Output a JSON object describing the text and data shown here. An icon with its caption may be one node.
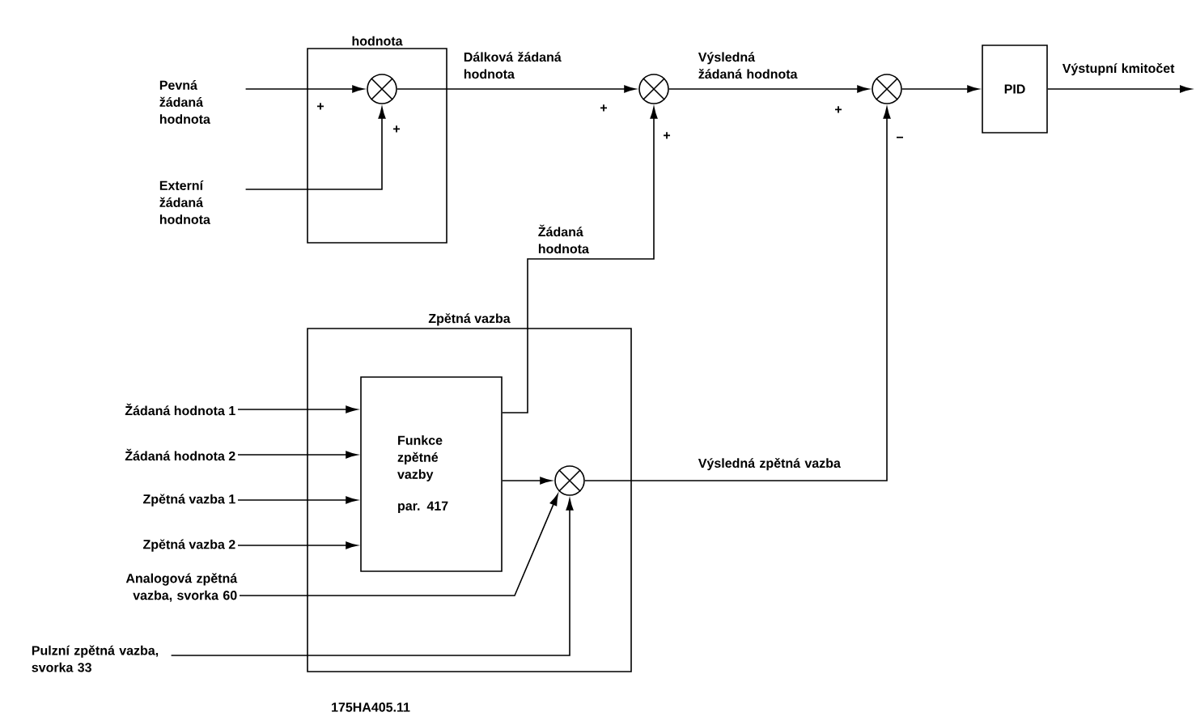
{
  "diagram": {
    "nodes": [
      {
        "text": [
          "hodnota"
        ]
      },
      {
        "text": [],
        "shape": "circle",
        "in": 0
      },
      {
        "text": [
          "Pevná žádaná hodnota"
        ]
      },
      {
        "text": [
          "Externí žádaná hodnota"
        ]
      },
      {
        "text": [],
        "shape": "circle"
      },
      {
        "text": [],
        "shape": "circle"
      },
      {
        "text": [
          "PID"
        ]
      },
      {
        "text": [
          "Zpětná vazba"
        ]
      },
      {
        "text": [
          "Funkce zpětné vazby",
          "par. 417"
        ],
        "in": 7
      },
      {
        "text": [],
        "shape": "circle",
        "in": 7
      },
      {
        "text": [
          "Žádaná hodnota 1"
        ]
      },
      {
        "text": [
          "Žádaná hodnota 2"
        ]
      },
      {
        "text": [
          "Zpětná vazba 1"
        ]
      },
      {
        "text": [
          "Zpětná vazba 2"
        ]
      },
      {
        "text": [
          "Analogová zpětná vazba, svorka 60"
        ]
      },
      {
        "text": [
          "Pulzní zpětná vazba, svorka 33"
        ]
      }
    ],
    "edges": [
      {
        "from": 2,
        "to": 1,
        "arrow": "to"
      },
      {
        "from": 3,
        "to": 1,
        "arrow": "to"
      },
      {
        "from": 1,
        "to": 4,
        "arrow": "to",
        "label": "Dálková žádaná hodnota"
      },
      {
        "from": 4,
        "to": 5,
        "arrow": "to",
        "label": "Výsledná žádaná hodnota"
      },
      {
        "from": 5,
        "to": 6,
        "arrow": "to"
      },
      {
        "from": 6,
        "to": null,
        "arrow": "to",
        "label": "Výstupní kmitočet"
      },
      {
        "from": 8,
        "to": 4,
        "arrow": "to",
        "label": "Žádaná hodnota"
      },
      {
        "from": 10,
        "to": 8,
        "arrow": "to"
      },
      {
        "from": 11,
        "to": 8,
        "arrow": "to"
      },
      {
        "from": 12,
        "to": 8,
        "arrow": "to"
      },
      {
        "from": 13,
        "to": 8,
        "arrow": "to"
      },
      {
        "from": 8,
        "to": 9,
        "arrow": "to"
      },
      {
        "from": 14,
        "to": 9,
        "arrow": "to"
      },
      {
        "from": 15,
        "to": 9,
        "arrow": "to"
      },
      {
        "from": 9,
        "to": 5,
        "arrow": "to",
        "label": "Výsledná zpětná vazba"
      }
    ],
    "labels": [
      "+",
      "+",
      "+",
      "+",
      "+",
      "−",
      "175HA405.11"
    ]
  }
}
